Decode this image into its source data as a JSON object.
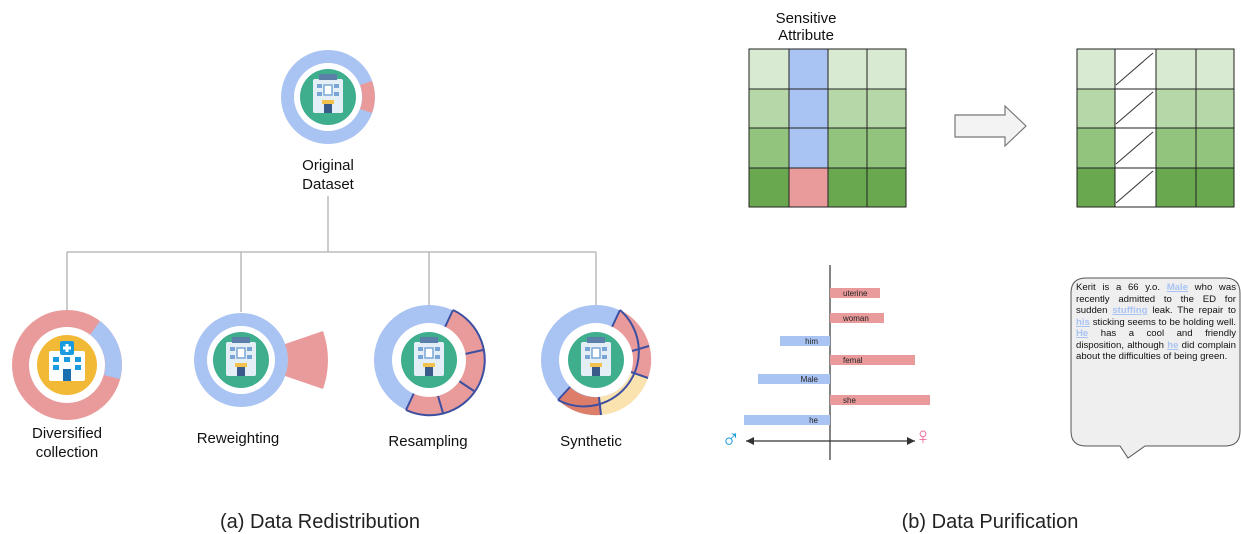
{
  "left_panel": {
    "root_label_line1": "Original",
    "root_label_line2": "Dataset",
    "methods": [
      {
        "label_line1": "Diversified",
        "label_line2": "collection"
      },
      {
        "label_line1": "Reweighting",
        "label_line2": ""
      },
      {
        "label_line1": "Resampling",
        "label_line2": ""
      },
      {
        "label_line1": "Synthetic",
        "label_line2": ""
      }
    ],
    "caption": "(a) Data Redistribution"
  },
  "right_panel": {
    "sensitive_label_line1": "Sensitive",
    "sensitive_label_line2": "Attribute",
    "caption": "(b) Data Purification",
    "bar_chart": {
      "male_symbol": "♂",
      "female_symbol": "♀",
      "bars": [
        {
          "word": "uterine",
          "side": "female"
        },
        {
          "word": "woman",
          "side": "female"
        },
        {
          "word": "him",
          "side": "male"
        },
        {
          "word": "femal",
          "side": "female"
        },
        {
          "word": "Male",
          "side": "male"
        },
        {
          "word": "she",
          "side": "female"
        },
        {
          "word": "he",
          "side": "male"
        }
      ]
    },
    "text_bubble": [
      {
        "t": "Kerit is a 66 y.o. ",
        "hl": false
      },
      {
        "t": "Male",
        "hl": true
      },
      {
        "t": " who was recently admitted to the ED for sudden ",
        "hl": false
      },
      {
        "t": "stuffing",
        "hl": true
      },
      {
        "t": " leak. The repair to ",
        "hl": false
      },
      {
        "t": "his",
        "hl": true
      },
      {
        "t": " sticking seems to be holding well. ",
        "hl": false
      },
      {
        "t": "He",
        "hl": true
      },
      {
        "t": " has a cool and friendly disposition, although ",
        "hl": false
      },
      {
        "t": "he",
        "hl": true
      },
      {
        "t": " did complain about the difficulties of being green.",
        "hl": false
      }
    ]
  },
  "colors": {
    "blue": "#a9c3f3",
    "red": "#e99b9b",
    "teal": "#3fae8d",
    "green_row1": "#d9ead3",
    "green_row2": "#b6d7a8",
    "green_row3": "#93c47d",
    "green_row4": "#6aa84f",
    "male_blue": "#1a9be0",
    "female_pink": "#f06a9b"
  }
}
